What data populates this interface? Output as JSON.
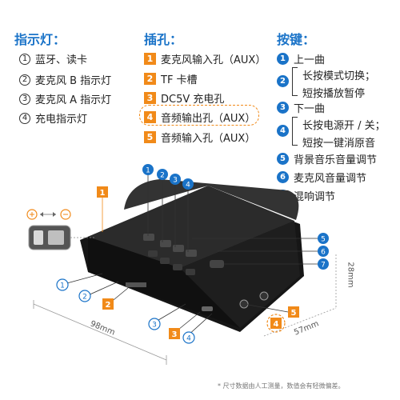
{
  "indicators": {
    "title": "指示灯：",
    "items": [
      {
        "num": "1",
        "label": "蓝牙、读卡"
      },
      {
        "num": "2",
        "label": "麦克风 B 指示灯"
      },
      {
        "num": "3",
        "label": "麦克风 A 指示灯"
      },
      {
        "num": "4",
        "label": "充电指示灯"
      }
    ]
  },
  "ports": {
    "title": "插孔：",
    "items": [
      {
        "num": "1",
        "label": "麦克风输入孔（AUX）"
      },
      {
        "num": "2",
        "label": "TF 卡槽"
      },
      {
        "num": "3",
        "label": "DC5V 充电孔"
      },
      {
        "num": "4",
        "label": "音频输出孔（AUX）"
      },
      {
        "num": "5",
        "label": "音频输入孔（AUX）"
      }
    ]
  },
  "buttons": {
    "title": "按键：",
    "items": [
      {
        "num": "1",
        "label": "上一曲"
      },
      {
        "num": "2",
        "line1": "长按模式切换；",
        "line2": "短按播放暂停"
      },
      {
        "num": "3",
        "label": "下一曲"
      },
      {
        "num": "4",
        "line1": "长按电源开 / 关；",
        "line2": "短按一键消原音"
      },
      {
        "num": "5",
        "label": "背景音乐音量调节"
      },
      {
        "num": "6",
        "label": "麦克风音量调节"
      },
      {
        "num": "7",
        "label": "混响调节"
      }
    ]
  },
  "dimensions": {
    "length": "98mm",
    "width": "57mm",
    "height": "28mm"
  },
  "footnote": "* 尺寸数据由人工测量，数值会有轻微偏差。",
  "colors": {
    "blue": "#1a73c8",
    "orange": "#f18a19",
    "device": "#1c1c1c"
  }
}
